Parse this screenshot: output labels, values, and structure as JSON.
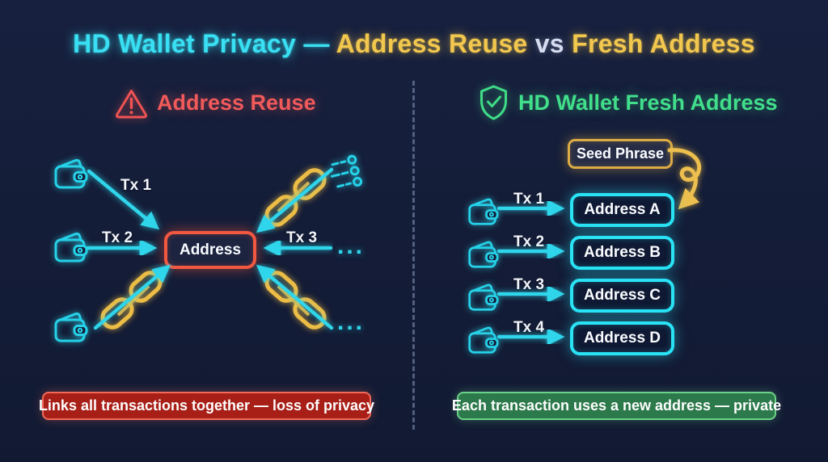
{
  "title": {
    "privacy": "HD Wallet Privacy — ",
    "reuse": "Address Reuse",
    "vs": " vs ",
    "fresh": "Fresh Address"
  },
  "left": {
    "header": "Address Reuse",
    "tx1": "Tx 1",
    "tx2": "Tx 2",
    "tx3": "Tx 3",
    "address": "Address",
    "ellipsis1": "...",
    "ellipsis2": "...",
    "banner": "Links all transactions together — loss of privacy"
  },
  "right": {
    "header": "HD Wallet Fresh Address",
    "seed": "Seed Phrase",
    "rows": [
      {
        "tx": "Tx 1",
        "address": "Address A"
      },
      {
        "tx": "Tx 2",
        "address": "Address B"
      },
      {
        "tx": "Tx 3",
        "address": "Address C"
      },
      {
        "tx": "Tx 4",
        "address": "Address D"
      }
    ],
    "banner": "Each transaction uses a new address — private"
  },
  "colors": {
    "background": "#141d38",
    "cyan": "#2fd5ea",
    "gold": "#edbd45",
    "red": "#f15a5a",
    "green": "#41df8b",
    "banner_red_fill": "#a81f17",
    "banner_green_fill": "#2c7a4b"
  }
}
